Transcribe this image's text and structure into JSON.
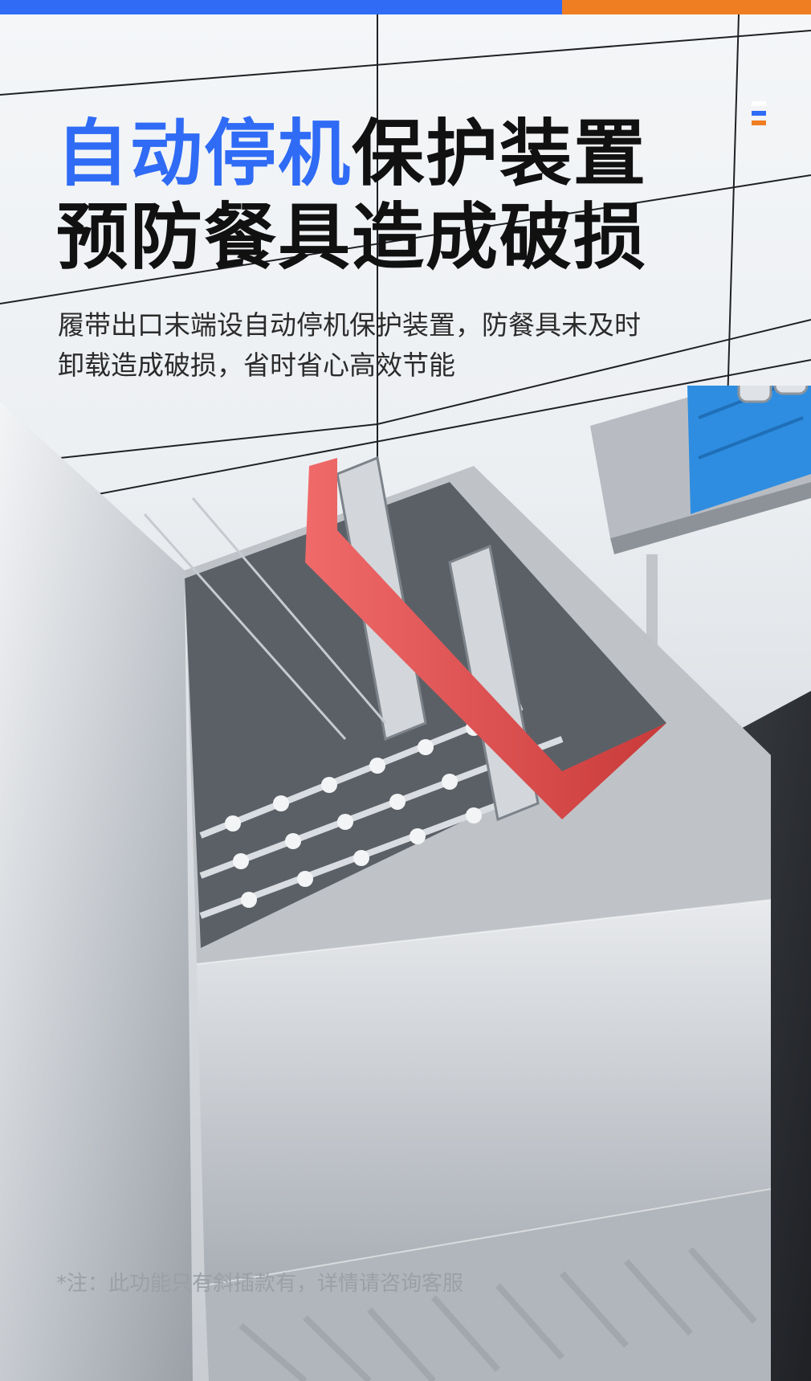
{
  "headline": {
    "line1_accent": "自动停机",
    "line1_rest": "保护装置",
    "line2": "预防餐具造成破损"
  },
  "description": {
    "line1": "履带出口末端设自动停机保护装置，防餐具未及时",
    "line2": "卸载造成破损，省时省心高效节能"
  },
  "footnote": "*注：此功能只有斜插款有，详情请咨询客服",
  "colors": {
    "accent_blue": "#2f6bf5",
    "accent_orange": "#ef7d22",
    "stop_guard_red": "#e24b4b",
    "rack_blue": "#2e8de0"
  }
}
